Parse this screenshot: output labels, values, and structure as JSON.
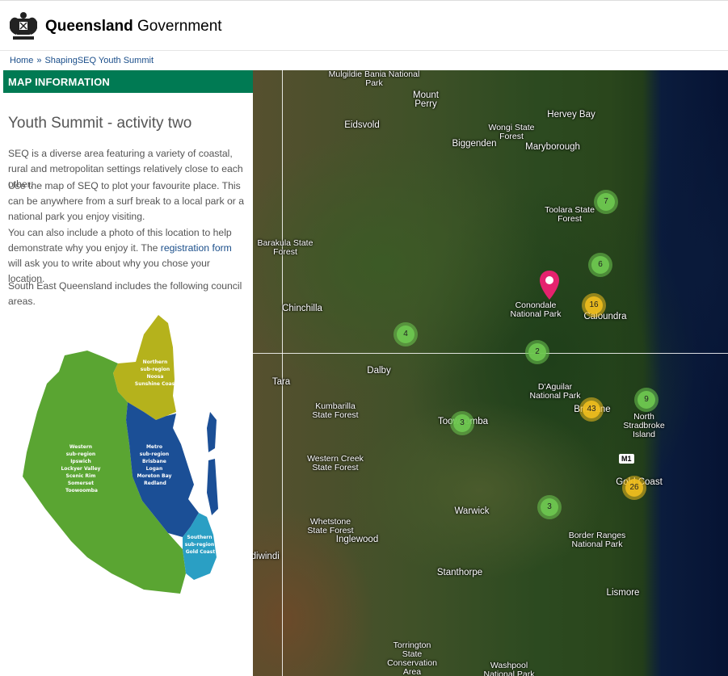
{
  "header": {
    "brand_bold": "Queensland",
    "brand_rest": " Government",
    "crest_icon": "queensland-crest-icon"
  },
  "breadcrumb": {
    "home": "Home",
    "separator": "»",
    "current": "ShapingSEQ Youth Summit"
  },
  "panel": {
    "header": "MAP INFORMATION",
    "collapse_icon": "chevron-left-icon",
    "collapse_glyph": "❮",
    "title": "Youth Summit - activity two",
    "para1": "SEQ is a diverse area featuring a variety of coastal, rural and metropolitan settings relatively close to each other.",
    "para2": "Use the map of SEQ to plot your favourite place. This can be anywhere from a surf break to a local park or a national park you enjoy visiting.",
    "para3_before": "You can also include a photo of this location to help demonstrate why you enjoy it. The ",
    "para3_link": "registration form",
    "para3_after": " will ask you to write about why you chose your location.",
    "para4": "South East Queensland includes the following council areas."
  },
  "seq_map": {
    "northern": [
      "Northern",
      "sub-region",
      "Noosa",
      "Sunshine Coast"
    ],
    "western": [
      "Western",
      "sub-region",
      "Ipswich",
      "Lockyer Valley",
      "Scenic Rim",
      "Somerset",
      "Toowoomba"
    ],
    "metro": [
      "Metro",
      "sub-region",
      "Brisbane",
      "Logan",
      "Moreton Bay",
      "Redland"
    ],
    "southern": [
      "Southern",
      "sub-region",
      "Gold Coast"
    ],
    "colors": {
      "northern": "#b5b21c",
      "western": "#5aa532",
      "metro": "#1b4f96",
      "southern": "#2a9fc4"
    }
  },
  "map": {
    "places": [
      {
        "id": "mulgildie",
        "lines": [
          "Mulgildie Bania National",
          "Park"
        ]
      },
      {
        "id": "mount-perry",
        "lines": [
          "Mount",
          "Perry"
        ]
      },
      {
        "id": "hervey-bay",
        "lines": [
          "Hervey Bay"
        ]
      },
      {
        "id": "eidsvold",
        "lines": [
          "Eidsvold"
        ]
      },
      {
        "id": "wongi",
        "lines": [
          "Wongi State",
          "Forest"
        ]
      },
      {
        "id": "biggenden",
        "lines": [
          "Biggenden"
        ]
      },
      {
        "id": "maryborough",
        "lines": [
          "Maryborough"
        ]
      },
      {
        "id": "toolara",
        "lines": [
          "Toolara State",
          "Forest"
        ]
      },
      {
        "id": "barakula",
        "lines": [
          "Barakula State",
          "Forest"
        ]
      },
      {
        "id": "chinchilla",
        "lines": [
          "Chinchilla"
        ]
      },
      {
        "id": "conondale",
        "lines": [
          "Conondale",
          "National Park"
        ]
      },
      {
        "id": "caloundra",
        "lines": [
          "Caloundra"
        ]
      },
      {
        "id": "tara",
        "lines": [
          "Tara"
        ]
      },
      {
        "id": "dalby",
        "lines": [
          "Dalby"
        ]
      },
      {
        "id": "daguilar",
        "lines": [
          "D'Aguilar",
          "National Park"
        ]
      },
      {
        "id": "kumbarilla",
        "lines": [
          "Kumbarilla",
          "State Forest"
        ]
      },
      {
        "id": "toowoomba",
        "lines": [
          "Toowoomba"
        ]
      },
      {
        "id": "brisbane",
        "lines": [
          "Brisbane"
        ]
      },
      {
        "id": "north-stradbroke",
        "lines": [
          "North",
          "Stradbroke",
          "Island"
        ]
      },
      {
        "id": "western-creek",
        "lines": [
          "Western Creek",
          "State Forest"
        ]
      },
      {
        "id": "gold-coast",
        "lines": [
          "Gold Coast"
        ]
      },
      {
        "id": "warwick",
        "lines": [
          "Warwick"
        ]
      },
      {
        "id": "whetstone",
        "lines": [
          "Whetstone",
          "State Forest"
        ]
      },
      {
        "id": "inglewood",
        "lines": [
          "Inglewood"
        ]
      },
      {
        "id": "border-ranges",
        "lines": [
          "Border Ranges",
          "National Park"
        ]
      },
      {
        "id": "goondiwindi",
        "lines": [
          "ndiwindi"
        ]
      },
      {
        "id": "stanthorpe",
        "lines": [
          "Stanthorpe"
        ]
      },
      {
        "id": "lismore",
        "lines": [
          "Lismore"
        ]
      },
      {
        "id": "torrington",
        "lines": [
          "Torrington",
          "State",
          "Conservation",
          "Area"
        ]
      },
      {
        "id": "washpool",
        "lines": [
          "Washpool",
          "National Park"
        ]
      }
    ],
    "highway_shield": "M1",
    "clusters": [
      {
        "id": "c7",
        "count": "7",
        "color": "green"
      },
      {
        "id": "c6",
        "count": "6",
        "color": "green"
      },
      {
        "id": "c16",
        "count": "16",
        "color": "yellow"
      },
      {
        "id": "c4",
        "count": "4",
        "color": "green"
      },
      {
        "id": "c2",
        "count": "2",
        "color": "green"
      },
      {
        "id": "c43",
        "count": "43",
        "color": "yellow"
      },
      {
        "id": "c9",
        "count": "9",
        "color": "green"
      },
      {
        "id": "c3a",
        "count": "3",
        "color": "green"
      },
      {
        "id": "c26",
        "count": "26",
        "color": "yellow"
      },
      {
        "id": "c3b",
        "count": "3",
        "color": "green"
      }
    ],
    "marker_color": "#e5226e"
  }
}
